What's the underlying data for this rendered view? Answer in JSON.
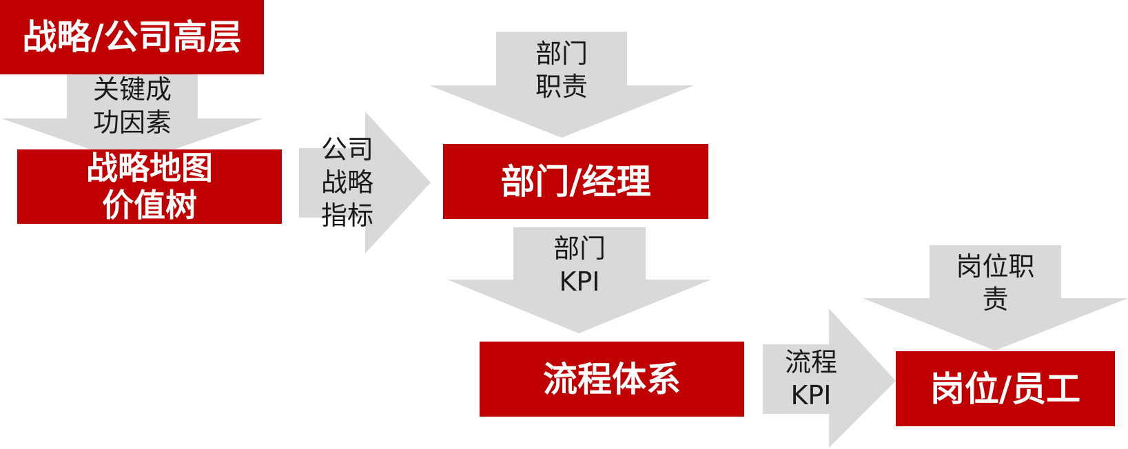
{
  "colors": {
    "box_fill": "#c00000",
    "box_text": "#ffffff",
    "arrow_fill": "#d9d9d9",
    "arrow_text": "#1a1a1a"
  },
  "boxes": {
    "strategy": {
      "lines": [
        "战略/公司高层"
      ]
    },
    "strategy_map": {
      "lines": [
        "战略地图",
        "价值树"
      ]
    },
    "department": {
      "lines": [
        "部门/经理"
      ]
    },
    "process": {
      "lines": [
        "流程体系"
      ]
    },
    "position": {
      "lines": [
        "岗位/员工"
      ]
    }
  },
  "arrows": {
    "key_success_factors": {
      "lines": [
        "关键成",
        "功因素"
      ]
    },
    "company_strategy_index": {
      "lines": [
        "公司",
        "战略",
        "指标"
      ]
    },
    "department_duty": {
      "lines": [
        "部门",
        "职责"
      ]
    },
    "department_kpi": {
      "lines": [
        "部门",
        "KPI"
      ]
    },
    "process_kpi": {
      "lines": [
        "流程",
        "KPI"
      ]
    },
    "position_duty": {
      "lines": [
        "岗位职",
        "责"
      ]
    }
  }
}
